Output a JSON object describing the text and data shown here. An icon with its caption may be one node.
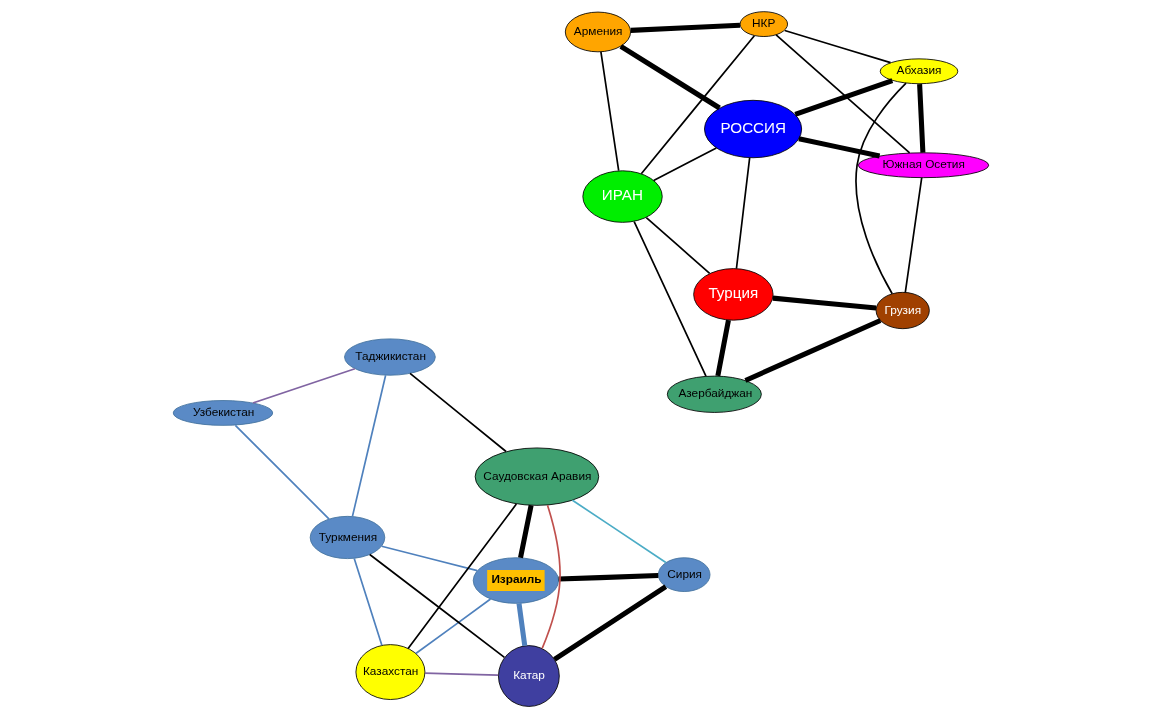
{
  "diagram": {
    "nodes": [
      {
        "text": [
          "Армения"
        ]
      },
      {
        "text": [
          "НКР"
        ]
      },
      {
        "text": [
          "Южная Осетия"
        ]
      },
      {
        "text": [
          "РОССИЯ"
        ]
      },
      {
        "text": [
          "Абхазия"
        ]
      },
      {
        "text": [
          "ИРАН"
        ]
      },
      {
        "text": [
          "Турция"
        ]
      },
      {
        "text": [
          "Грузия"
        ]
      },
      {
        "text": [
          "Азербайджан"
        ]
      },
      {
        "text": [
          "Сирия"
        ]
      },
      {
        "text": [
          "Израиль"
        ]
      },
      {
        "text": [
          "Казахстан"
        ]
      },
      {
        "text": [
          "Туркмения"
        ]
      },
      {
        "text": [
          "Саудовская Аравия"
        ]
      },
      {
        "text": [
          "Таджикистан"
        ]
      },
      {
        "text": [
          "Узбекистан"
        ]
      },
      {
        "text": [
          "Катар"
        ]
      }
    ],
    "edges": [
      {
        "from": 0,
        "to": 1,
        "arrow": "none",
        "style": "thick"
      },
      {
        "from": 0,
        "to": 3,
        "arrow": "none",
        "style": "thick"
      },
      {
        "from": 0,
        "to": 5,
        "arrow": "none"
      },
      {
        "from": 1,
        "to": 2,
        "arrow": "none"
      },
      {
        "from": 1,
        "to": 4,
        "arrow": "none"
      },
      {
        "from": 1,
        "to": 5,
        "arrow": "none"
      },
      {
        "from": 2,
        "to": 3,
        "arrow": "none",
        "style": "thick"
      },
      {
        "from": 2,
        "to": 4,
        "arrow": "none",
        "style": "thick"
      },
      {
        "from": 2,
        "to": 7,
        "arrow": "none"
      },
      {
        "from": 4,
        "to": 3,
        "arrow": "none",
        "style": "thick"
      },
      {
        "from": 4,
        "to": 7,
        "arrow": "none"
      },
      {
        "from": 3,
        "to": 5,
        "arrow": "none"
      },
      {
        "from": 3,
        "to": 6,
        "arrow": "none"
      },
      {
        "from": 5,
        "to": 6,
        "arrow": "none"
      },
      {
        "from": 5,
        "to": 8,
        "arrow": "none"
      },
      {
        "from": 6,
        "to": 7,
        "arrow": "none",
        "style": "thick"
      },
      {
        "from": 6,
        "to": 8,
        "arrow": "none",
        "style": "thick"
      },
      {
        "from": 7,
        "to": 8,
        "arrow": "none",
        "style": "thick"
      },
      {
        "from": 9,
        "to": 10,
        "arrow": "none",
        "style": "thick"
      },
      {
        "from": 9,
        "to": 16,
        "arrow": "none",
        "style": "thick"
      },
      {
        "from": 9,
        "to": 13,
        "arrow": "none",
        "color": "#4bacc6"
      },
      {
        "from": 11,
        "to": 10,
        "arrow": "none",
        "color": "#4f81bd"
      },
      {
        "from": 11,
        "to": 13,
        "arrow": "none"
      },
      {
        "from": 11,
        "to": 12,
        "arrow": "none",
        "color": "#4f81bd"
      },
      {
        "from": 11,
        "to": 16,
        "arrow": "none",
        "color": "#8064a2"
      },
      {
        "from": 10,
        "to": 12,
        "arrow": "none",
        "color": "#4f81bd"
      },
      {
        "from": 10,
        "to": 16,
        "arrow": "none",
        "style": "thick",
        "color": "#4f81bd"
      },
      {
        "from": 10,
        "to": 13,
        "arrow": "none",
        "style": "thick"
      },
      {
        "from": 12,
        "to": 14,
        "arrow": "none",
        "color": "#4f81bd"
      },
      {
        "from": 12,
        "to": 15,
        "arrow": "none",
        "color": "#4f81bd"
      },
      {
        "from": 12,
        "to": 16,
        "arrow": "none"
      },
      {
        "from": 14,
        "to": 13,
        "arrow": "none"
      },
      {
        "from": 14,
        "to": 15,
        "arrow": "none",
        "color": "#8064a2"
      },
      {
        "from": 13,
        "to": 16,
        "arrow": "none",
        "color": "#c0504d"
      }
    ]
  }
}
